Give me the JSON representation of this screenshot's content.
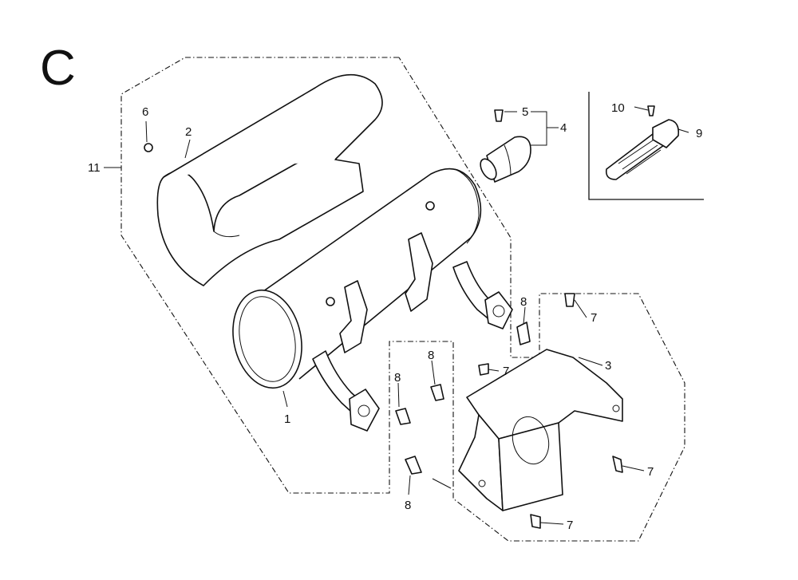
{
  "section": {
    "letter": "C"
  },
  "callouts": {
    "muffler": "1",
    "muffler_protector": "2",
    "muffler_stay": "3",
    "spark_arrester_assembly": "4",
    "screw_5": "5",
    "flange_bolt_6": "6",
    "flange_bolt_7_a": "7",
    "flange_bolt_7_b": "7",
    "flange_bolt_7_c": "7",
    "flange_bolt_7_d": "7",
    "flange_bolt_8_a": "8",
    "flange_bolt_8_b": "8",
    "flange_bolt_8_c": "8",
    "flange_bolt_8_d": "8",
    "spark_arrester": "9",
    "screw_10": "10",
    "muffler_assembly_group": "11"
  }
}
